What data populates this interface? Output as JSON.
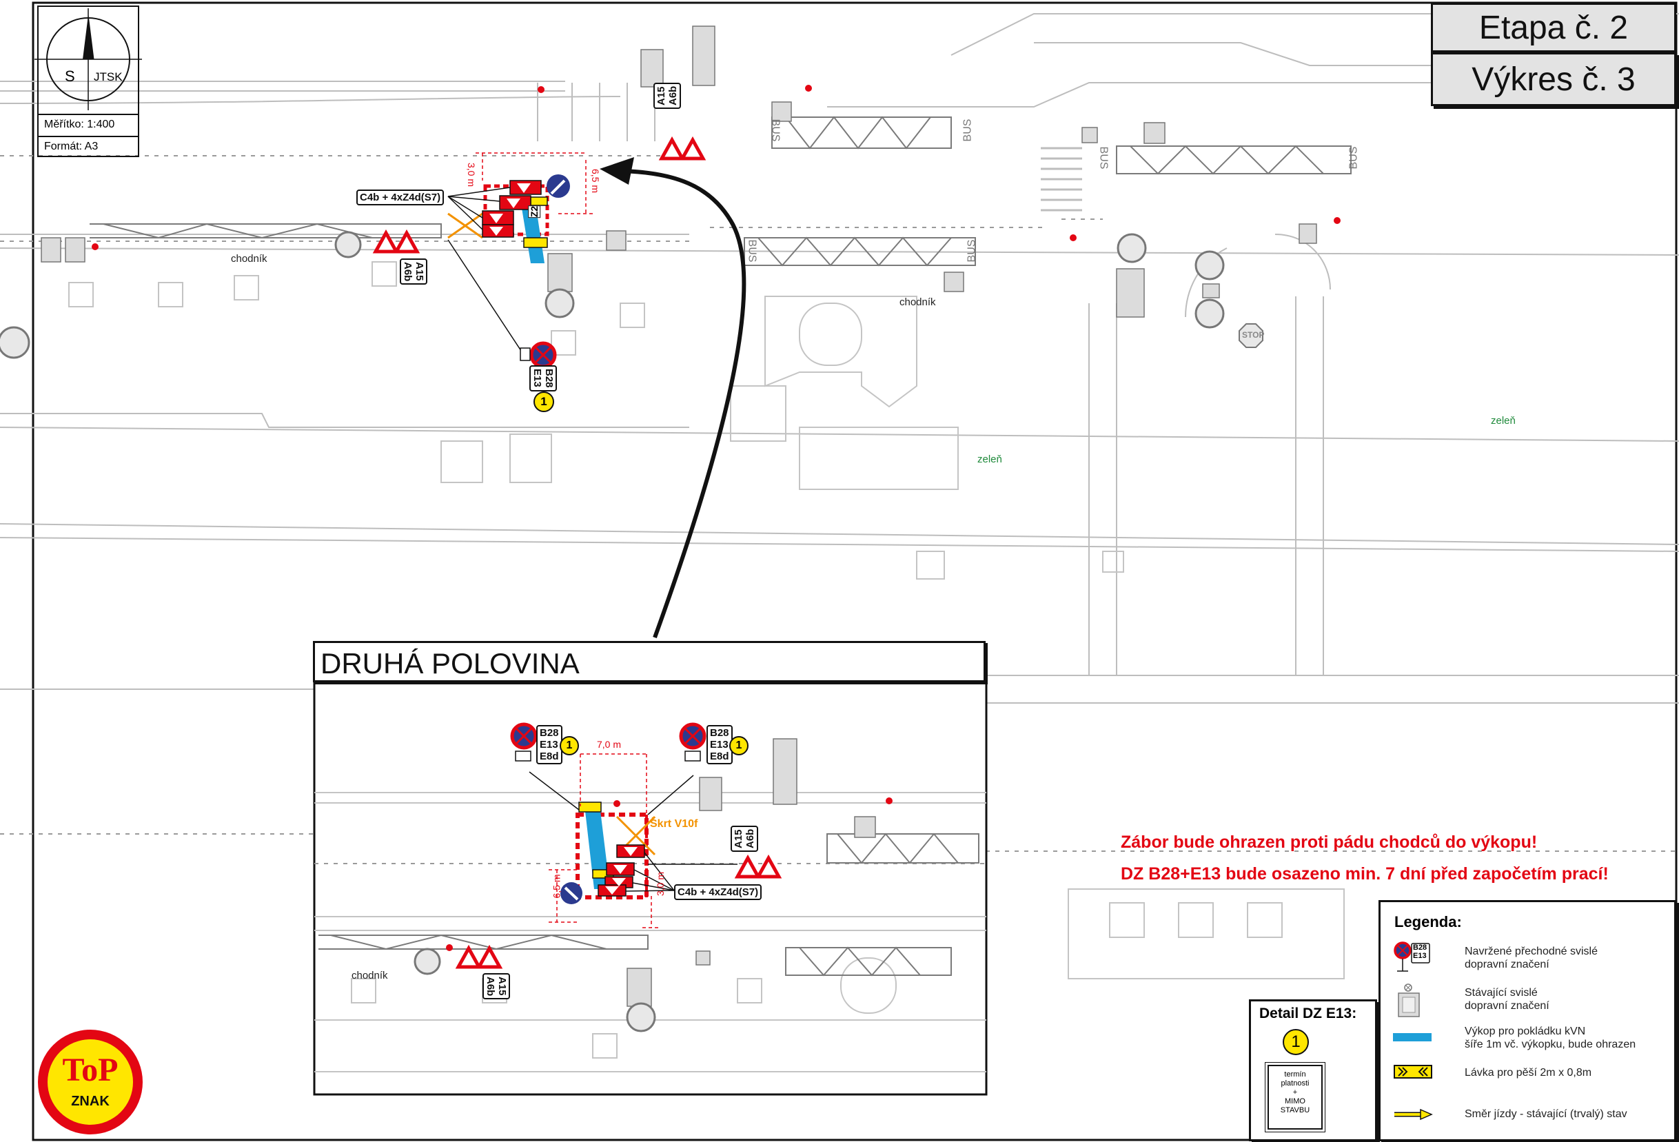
{
  "stage": {
    "etapa": "Etapa č. 2",
    "vykres": "Výkres č. 3"
  },
  "titleblock": {
    "north_letter": "S",
    "system": "JTSK",
    "scale": "Měřítko: 1:400",
    "format": "Formát: A3"
  },
  "top_plan": {
    "labels": {
      "chodnik_1": "chodník",
      "chodnik_2": "chodník",
      "zelen_1": "zeleň",
      "zelen_2": "zeleň"
    },
    "dims": {
      "d1": "3,0 m",
      "d2": "6,5 m"
    },
    "callout_main": "C4b + 4xZ4d(S7)",
    "sign_plate_a15": "A15",
    "sign_plate_a6b": "A6b",
    "sign_plate_a15_b": "A15",
    "sign_plate_a6b_b": "A6b",
    "b28": "B28",
    "e13": "E13",
    "e13_num": "1",
    "z2": "Z2",
    "bus_text": "BUS",
    "stop_text": "STOP"
  },
  "inset": {
    "title": "DRUHÁ POLOVINA",
    "left_plate": {
      "l1": "B28",
      "l2": "E13",
      "l3": "E8d",
      "num": "1"
    },
    "right_plate": {
      "l1": "B28",
      "l2": "E13",
      "l3": "E8d",
      "num": "1"
    },
    "dim_top": "7,0 m",
    "dim_left": "6,5 m",
    "dim_right": "3,0 m",
    "skrt": "Škrt V10f",
    "callout": "C4b + 4xZ4d(S7)",
    "a15": "A15",
    "a6b": "A6b",
    "a15_b": "A15",
    "a6b_b": "A6b",
    "chodnik": "chodník"
  },
  "notes": {
    "n1": "Zábor bude ohrazen proti pádu chodců do výkopu!",
    "n2": "DZ B28+E13 bude osazeno min. 7 dní před započetím prací!"
  },
  "detail": {
    "title": "Detail DZ E13:",
    "num": "1",
    "board_line1": "termín",
    "board_line2": "platnosti",
    "board_line3": "+",
    "board_line4": "MIMO",
    "board_line5": "STAVBU"
  },
  "legend": {
    "title": "Legenda:",
    "items": [
      {
        "text": "Navržené přechodné svislé\ndopravní značení",
        "icon": "proposed-sign-icon",
        "sub1": "B28",
        "sub2": "E13"
      },
      {
        "text": "Stávající svislé\ndopravní značení",
        "icon": "existing-sign-icon"
      },
      {
        "text": "Výkop pro pokládku kVN\nšíře 1m vč. výkopku, bude ohrazen",
        "icon": "excavation-icon"
      },
      {
        "text": "Lávka pro pěší 2m x 0,8m",
        "icon": "footbridge-icon"
      },
      {
        "text": "Směr jízdy - stávající (trvalý) stav",
        "icon": "direction-arrow-icon"
      }
    ]
  },
  "logo": {
    "line1": "ToP",
    "line2": "ZNAK"
  },
  "colors": {
    "red": "#e30613",
    "blue": "#1e9fd8",
    "yellow": "#ffe600",
    "navy": "#2b3a8f",
    "orange": "#f39200",
    "grey": "#b8b8b8",
    "green": "#1f8a3b"
  }
}
